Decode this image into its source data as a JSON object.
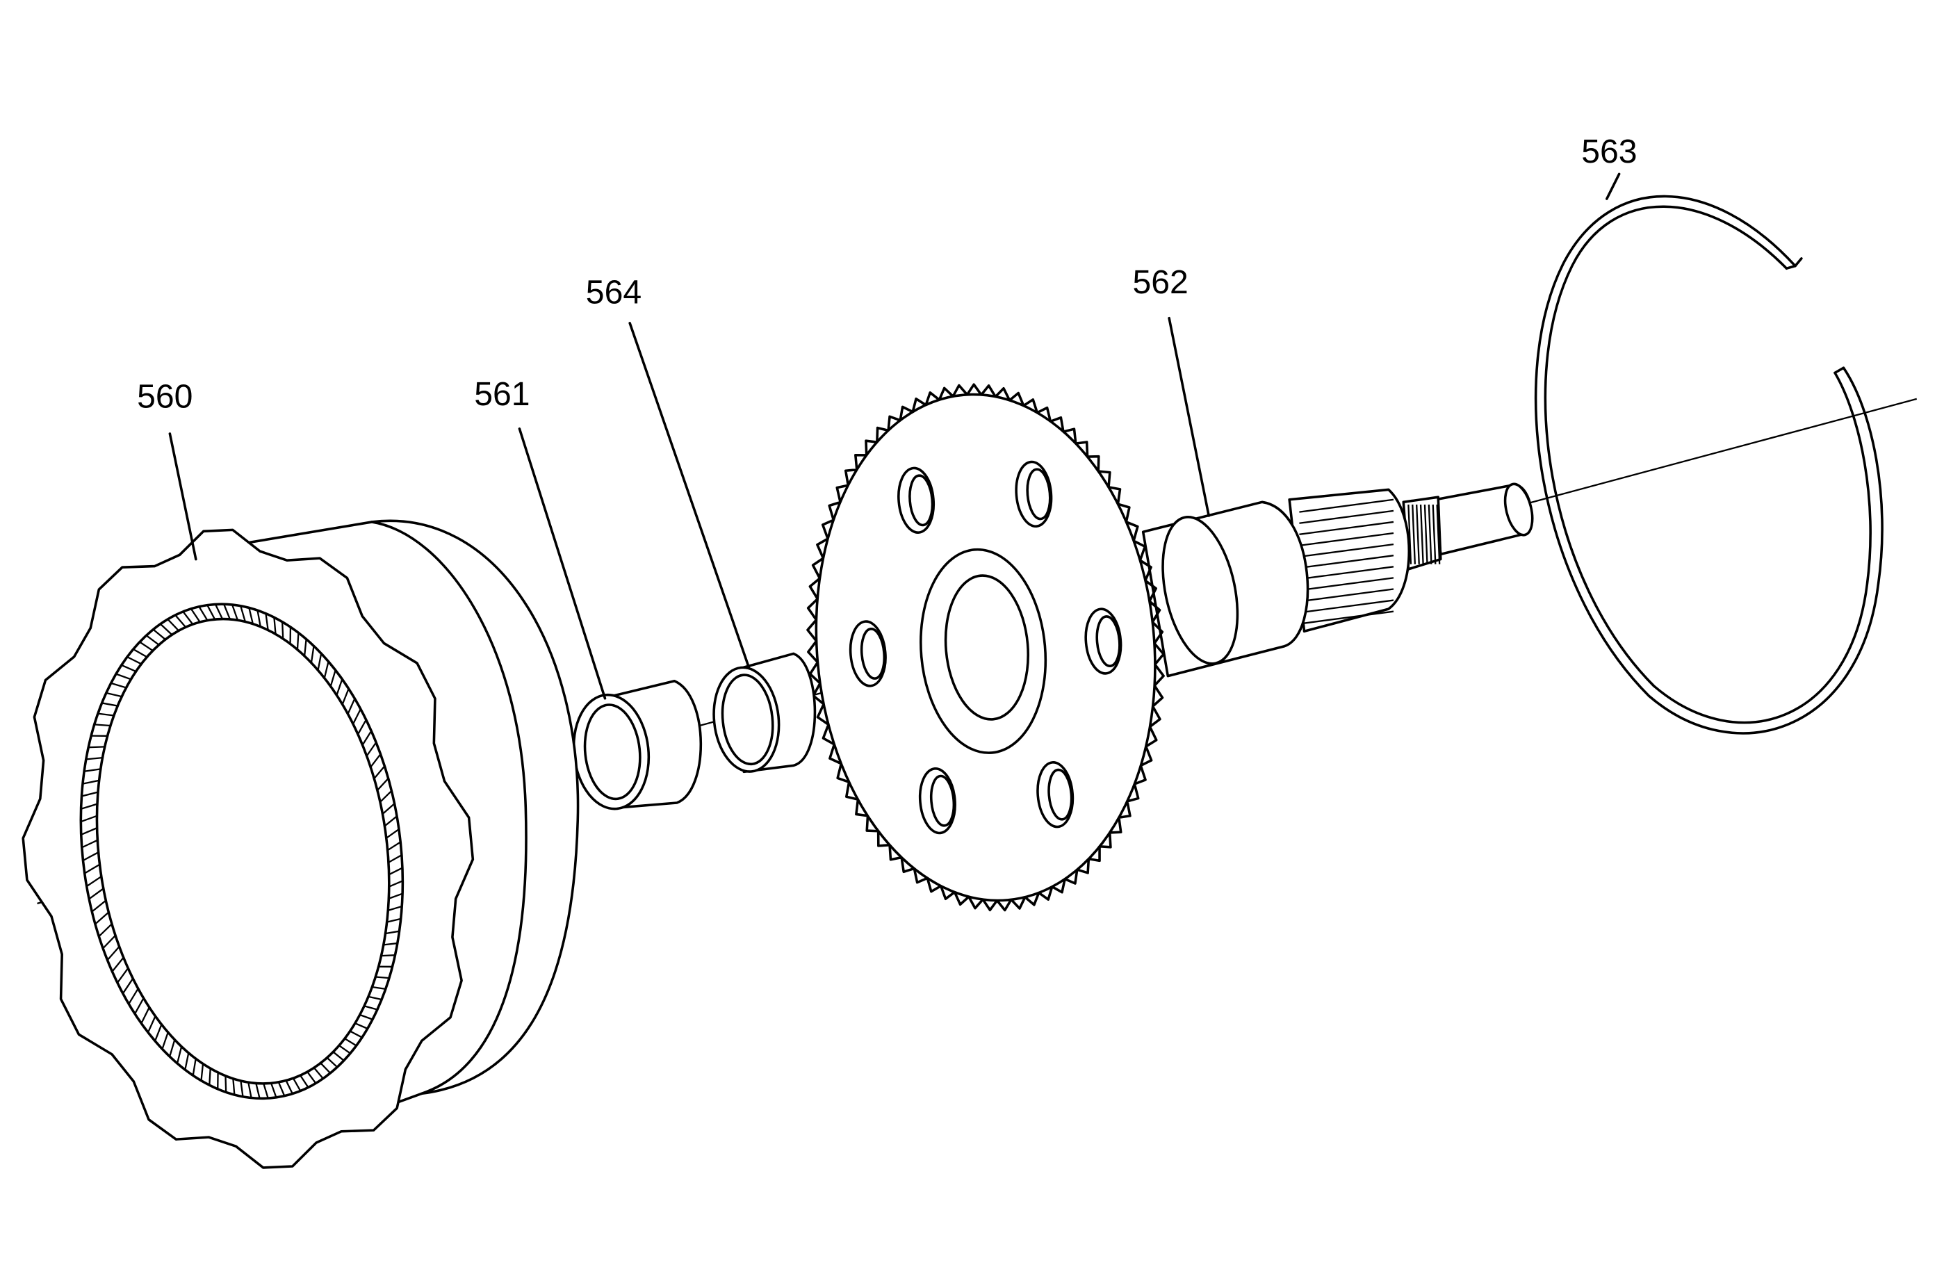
{
  "labels": {
    "ring_gear": "560",
    "bushing_a": "561",
    "output_shaft": "562",
    "snap_ring": "563",
    "bushing_b": "564"
  },
  "colors": {
    "ink": "#000000",
    "paper": "#ffffff"
  }
}
